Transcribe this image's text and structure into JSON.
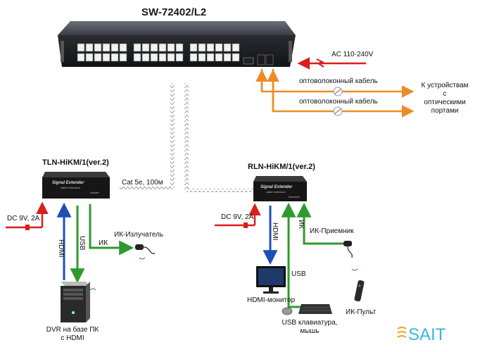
{
  "switch": {
    "model": "SW-72402/L2"
  },
  "power_input": {
    "label": "AC 110-240V"
  },
  "fiber": {
    "cable_1": "оптоволоконный кабель",
    "cable_2": "оптоволоконный кабель",
    "destination": [
      "К устройствам",
      "с",
      "оптическими",
      "портами"
    ]
  },
  "cable": {
    "label": "Cat 5e, 100м"
  },
  "transmitter": {
    "model": "TLN-HiKM/1(ver.2)",
    "face_title": "Signal Extender",
    "face_sub": "cable extension",
    "face_tag": "Sender"
  },
  "receiver": {
    "model": "RLN-HiKM/1(ver.2)",
    "face_title": "Signal Extender",
    "face_sub": "cable extension",
    "face_tag": "Receiver"
  },
  "left": {
    "dc_label": "DC 9V, 2A",
    "hdmi": "HDMI",
    "usb": "USB",
    "ir": "ИК",
    "ir_emitter": "ИК-Излучатель",
    "pc_label": [
      "DVR на базе ПК",
      "с HDMI"
    ]
  },
  "right": {
    "dc_label": "DC 9V, 2A",
    "hdmi": "HDMI",
    "usb": "USB",
    "ir": "ИК",
    "ir_receiver": "ИК-Приемник",
    "monitor_label": "HDMI-монитор",
    "remote_label": "ИК-Пульт",
    "keyboard_label": [
      "USB клавиатура,",
      "мышь"
    ]
  },
  "logo": {
    "text": "SAIT"
  },
  "colors": {
    "power": "#d81e1e",
    "fiber": "#f08a24",
    "hdmi": "#1f4fb5",
    "usb": "#2e9a2e",
    "ir": "#2e9a2e"
  }
}
